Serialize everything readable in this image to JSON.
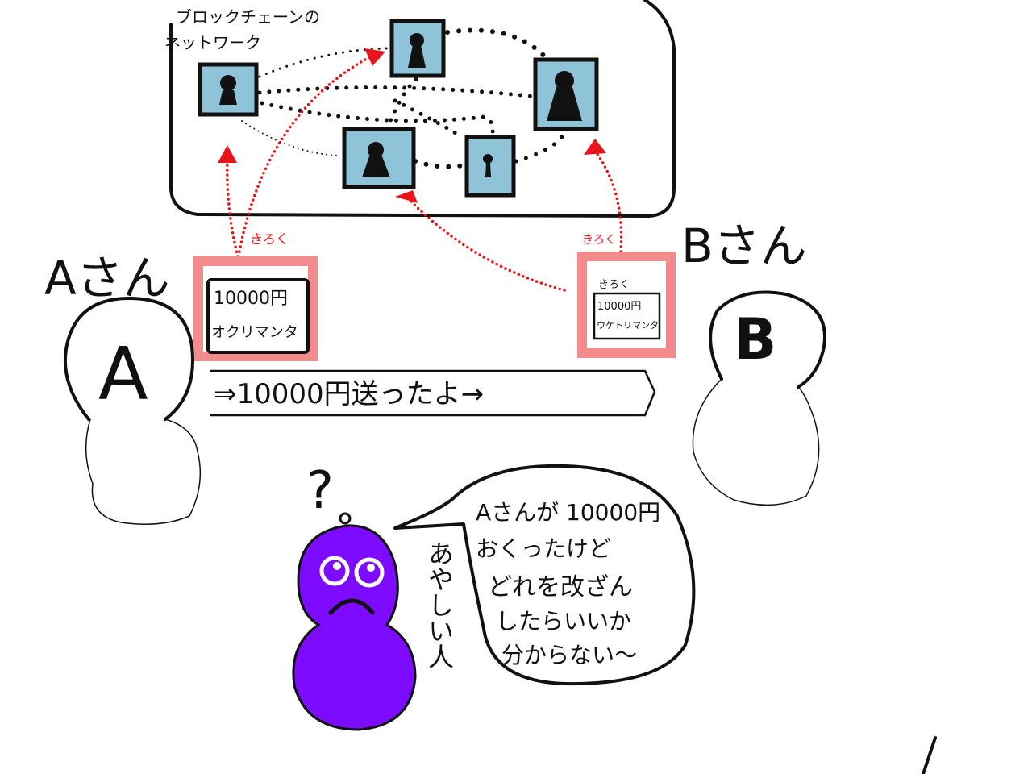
{
  "network": {
    "title_line1": "ブロックチェーンの",
    "title_line2": "ネットワーク"
  },
  "person_a": {
    "label": "Aさん",
    "initial": "A"
  },
  "person_b": {
    "label": "Bさん",
    "initial": "B"
  },
  "record_a": {
    "tag": "きろく",
    "amount": "10000円",
    "text": "オクリマンタ"
  },
  "record_b": {
    "tag": "きろく",
    "heading": "きろく",
    "amount": "10000円",
    "text": "ウケトリマンタ"
  },
  "transfer": {
    "text": "⇒10000円送ったよ→"
  },
  "suspicious": {
    "question": "?",
    "label": "あやしい人"
  },
  "speech": {
    "lines": [
      "Aさんが 10000円",
      "おくったけど",
      "どれを改ざん",
      "したらいいか",
      "分からない〜"
    ]
  },
  "colors": {
    "node": "#8fc3d8",
    "record_border": "#f28c8c",
    "red": "#e8141c",
    "purple": "#7d0bff"
  }
}
